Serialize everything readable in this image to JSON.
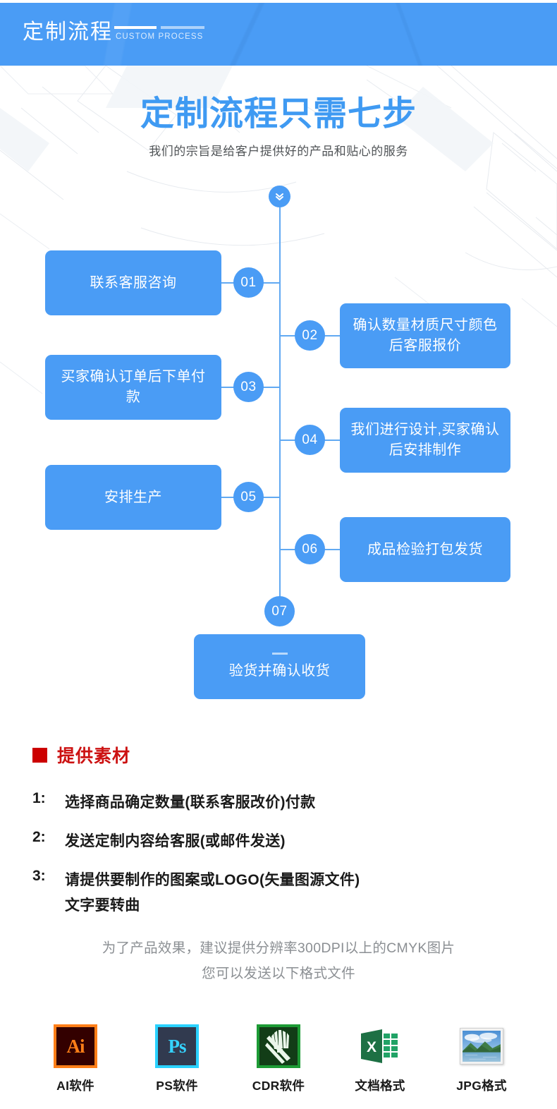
{
  "banner": {
    "title_cn": "定制流程",
    "title_en": "CUSTOM PROCESS",
    "bg_color": "#4a9cf5"
  },
  "hero": {
    "title": "定制流程只需七步",
    "subtitle": "我们的宗旨是给客户提供好的产品和贴心的服务",
    "title_color": "#3f9af2"
  },
  "flow": {
    "start_icon": "chevron-double-down-icon",
    "accent": "#4a9cf5",
    "steps": [
      {
        "num": "01",
        "label": "联系客服咨询",
        "side": "left"
      },
      {
        "num": "02",
        "label": "确认数量材质尺寸颜色后客服报价",
        "side": "right"
      },
      {
        "num": "03",
        "label": "买家确认订单后下单付款",
        "side": "left"
      },
      {
        "num": "04",
        "label": "我们进行设计,买家确认后安排制作",
        "side": "right"
      },
      {
        "num": "05",
        "label": "安排生产",
        "side": "left"
      },
      {
        "num": "06",
        "label": "成品检验打包发货",
        "side": "right"
      },
      {
        "num": "07",
        "label": "验货并确认收货",
        "side": "center"
      }
    ]
  },
  "materials": {
    "heading": "提供素材",
    "heading_color": "#cc1111",
    "items": [
      {
        "no": "1:",
        "text": "选择商品确定数量(联系客服改价)付款"
      },
      {
        "no": "2:",
        "text": "发送定制内容给客服(或邮件发送)"
      },
      {
        "no": "3:",
        "text": "请提供要制作的图案或LOGO(矢量图源文件)\n文字要转曲"
      }
    ],
    "note_line1": "为了产品效果，建议提供分辨率300DPI以上的CMYK图片",
    "note_line2": "您可以发送以下格式文件"
  },
  "formats": [
    {
      "icon": "adobe-illustrator-icon",
      "glyph": "Ai",
      "label": "AI软件"
    },
    {
      "icon": "adobe-photoshop-icon",
      "glyph": "Ps",
      "label": "PS软件"
    },
    {
      "icon": "coreldraw-icon",
      "glyph": "",
      "label": "CDR软件"
    },
    {
      "icon": "excel-document-icon",
      "glyph": "X",
      "label": "文档格式"
    },
    {
      "icon": "jpg-photo-icon",
      "glyph": "",
      "label": "JPG格式"
    }
  ]
}
